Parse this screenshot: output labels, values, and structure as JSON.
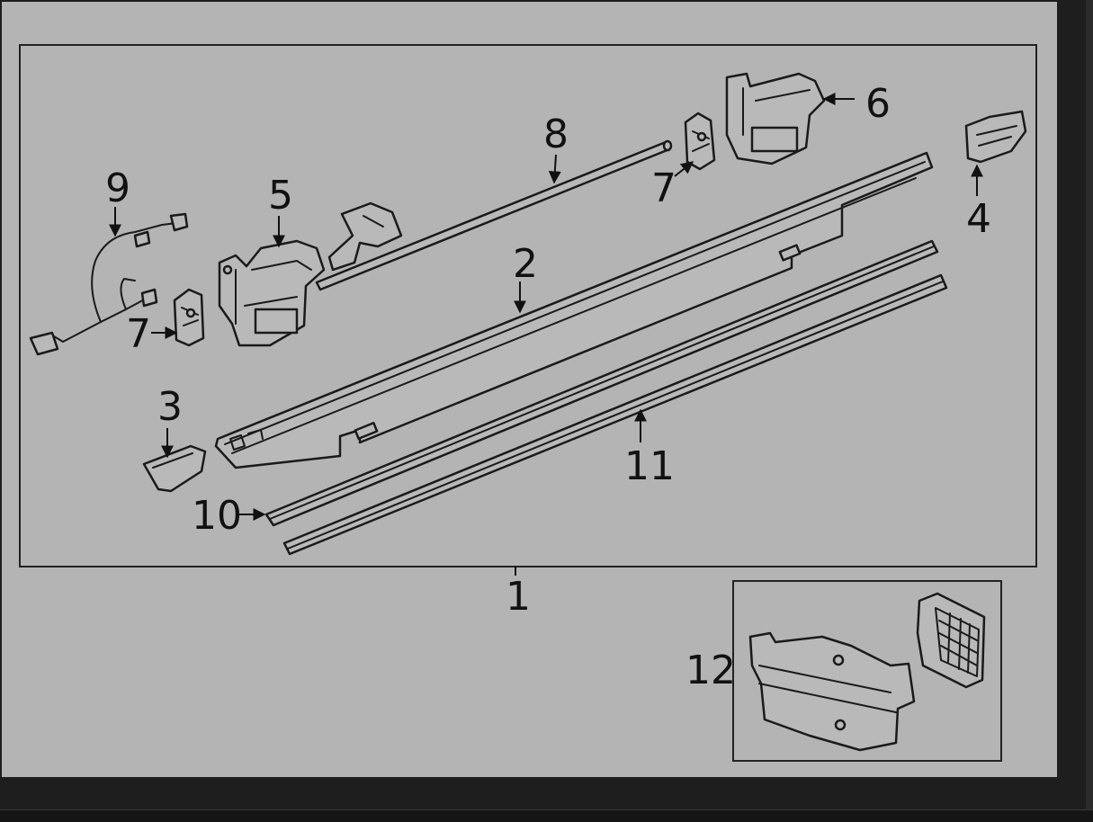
{
  "diagram": {
    "callouts": {
      "c1": "1",
      "c2": "2",
      "c3": "3",
      "c4": "4",
      "c5": "5",
      "c6": "6",
      "c7a": "7",
      "c7b": "7",
      "c8": "8",
      "c9": "9",
      "c10": "10",
      "c11": "11",
      "c12": "12"
    }
  },
  "colors": {
    "background": "#b4b4b4",
    "viewer": "#1e1e1e",
    "linework": "#1a1a1a"
  }
}
